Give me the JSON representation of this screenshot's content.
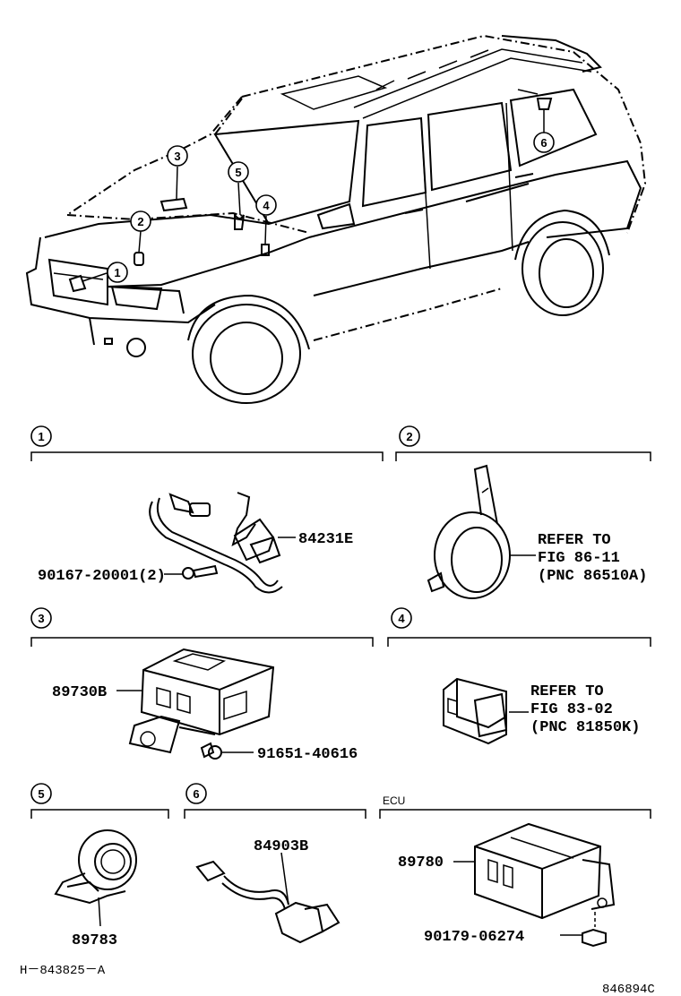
{
  "car_callouts": [
    "1",
    "2",
    "3",
    "4",
    "5",
    "6"
  ],
  "sections": [
    {
      "num": "1",
      "parts": [
        {
          "code": "84231E"
        },
        {
          "code": "90167-20001(2)"
        }
      ]
    },
    {
      "num": "2",
      "refer": [
        "REFER TO",
        "FIG 86-11",
        "(PNC 86510A)"
      ]
    },
    {
      "num": "3",
      "parts": [
        {
          "code": "89730B"
        },
        {
          "code": "91651-40616"
        }
      ]
    },
    {
      "num": "4",
      "refer": [
        "REFER TO",
        "FIG 83-02",
        "(PNC 81850K)"
      ]
    },
    {
      "num": "5",
      "parts": [
        {
          "code": "89783"
        }
      ]
    },
    {
      "num": "6",
      "parts": [
        {
          "code": "84903B"
        }
      ]
    },
    {
      "label": "ECU",
      "parts": [
        {
          "code": "89780"
        },
        {
          "code": "90179-06274"
        }
      ]
    }
  ],
  "footer": {
    "left": "H－843825－A",
    "right": "846894C"
  }
}
